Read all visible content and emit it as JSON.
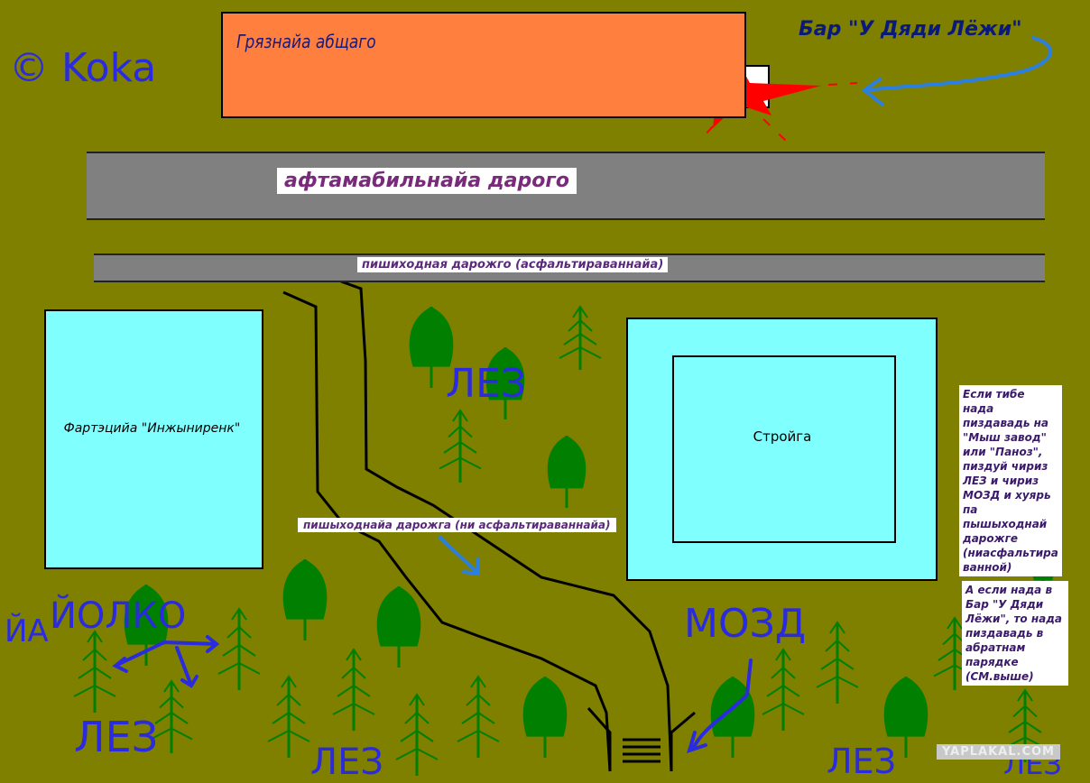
{
  "labels": {
    "dormitory": "Грязнайа абщаго",
    "bar": "Бар \"У Дяди Лёжи\"",
    "road": "афтамабильнайа дарого",
    "paved_walkway": "пишиходная дарожго (асфальтираваннайа)",
    "faculty": "Фартэцийа \"Инжыниренк\"",
    "construction_site": "Стройга",
    "dirt_path": "пишыходнайа дарожга (ни асфальтираваннайа)"
  },
  "notes": {
    "route_to_factory": "Если тибе нада\nпиздавадь на\n\"Мыш завод\"\nили \"Паноз\",\nпиздуй чириз\nЛЕЗ и чириз\nМОЗД и хуярь\nпа пышыходнай\nдарожге\n(ниасфальтира\nванной)",
    "route_to_bar": "А если нада в\nБар \"У Дяди\nЛёжи\", то нада\nпиздавадь в\nабратнам\nпарядке\n(СМ.выше)"
  },
  "handwritten": {
    "author": "© Koka",
    "forest_1": "ЛЕЗ",
    "forest_2": "ЛЕЗ",
    "forest_3": "ЛЕЗ",
    "forest_4": "ЛЕЗ",
    "forest_5": "ЛЕЗ",
    "trees": "ЙОЛКО",
    "trees_side": "ЙА",
    "bridge": "МОЗД"
  },
  "watermark": "YAPLAKAL.COM",
  "colors": {
    "ground": "#7f7f00",
    "dormitory": "#ff7f3f",
    "building": "#80ffff",
    "road": "#808080",
    "star": "#ff0000",
    "tree": "#007f00",
    "arrow": "#2a7fe0",
    "handwriting": "#2a2ae0"
  },
  "icons": [
    "star-marker-icon",
    "tree-icon",
    "arrow-icon",
    "bridge-icon"
  ]
}
